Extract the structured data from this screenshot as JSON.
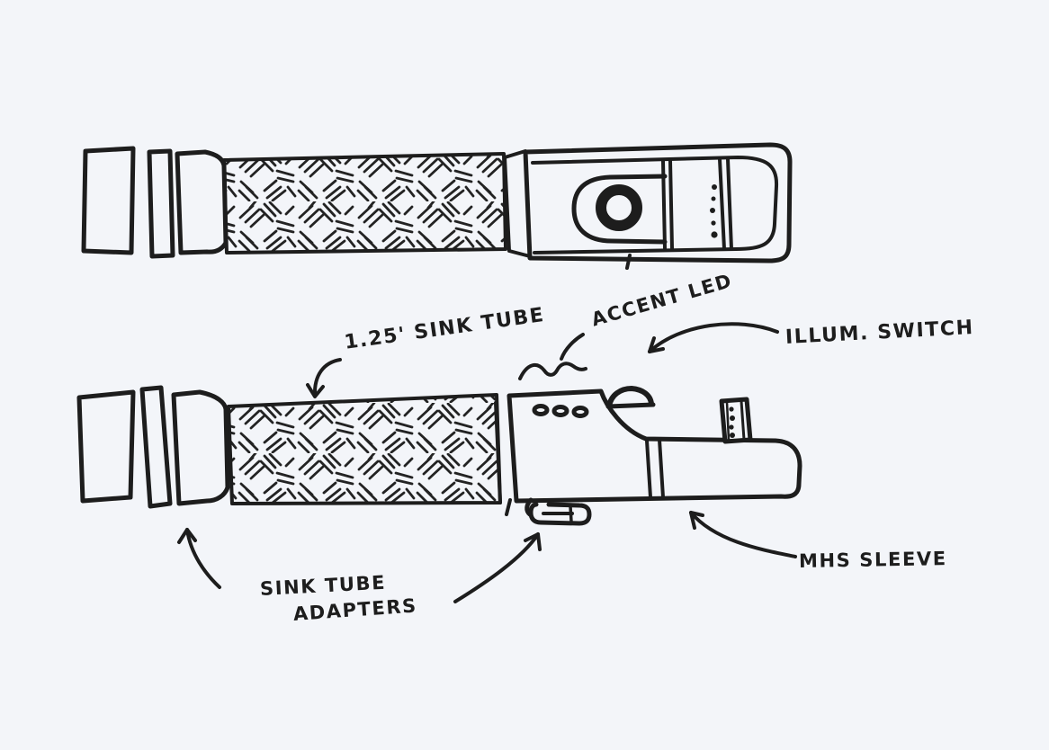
{
  "paper": {
    "background_color": "#f3f5f9",
    "ink_color": "#1d1d1d"
  },
  "annotations": {
    "sink_tube_label": "1.25' SINK TUBE",
    "accent_led_label": "ACCENT LED",
    "illum_switch_label": "ILLUM. SWITCH",
    "sink_tube_adapters_label_line1": "SINK TUBE",
    "sink_tube_adapters_label_line2": "ADAPTERS",
    "mhs_sleeve_label": "MHS SLEEVE"
  }
}
